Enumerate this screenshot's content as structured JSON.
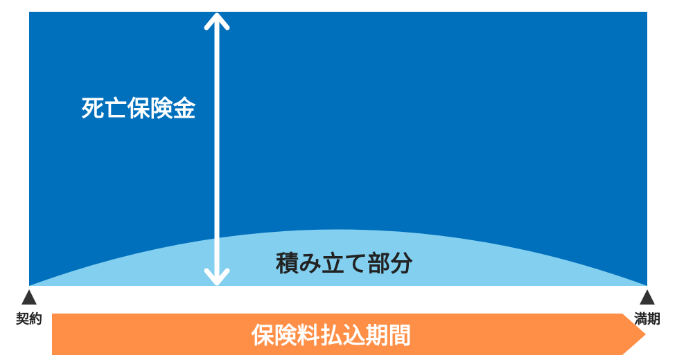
{
  "diagram": {
    "death_benefit_label": "死亡保険金",
    "savings_label": "積み立て部分",
    "contract_label": "契約",
    "maturity_label": "満期",
    "premium_period_label": "保険料払込期間"
  },
  "colors": {
    "death_benefit_fill": "#0070BD",
    "savings_fill": "#83CFEF",
    "premium_bar_fill": "#FF8F47",
    "arrow": "#FFFFFF",
    "marker": "#333333",
    "text_dark": "#222222",
    "text_light": "#FFFFFF"
  }
}
